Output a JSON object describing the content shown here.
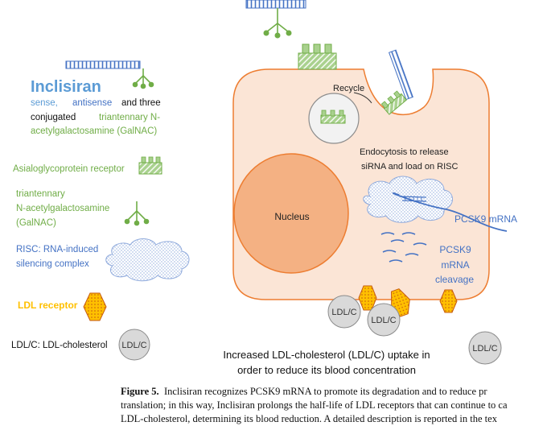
{
  "legend": {
    "title": "Inclisiran",
    "desc_sense": "sense,",
    "desc_antisense": "antisense",
    "desc_and_three": "and three",
    "desc_conjugated": "conjugated",
    "desc_triantennary": "triantennary N-",
    "desc_acetyl": "acetylgalactosamine (GalNAC)",
    "asgpr": "Asialoglycoprotein receptor",
    "galnac_l1": "triantennary",
    "galnac_l2": "N-acetylgalactosamine",
    "galnac_l3": "(GalNAC)",
    "risc_l1": "RISC:  RNA-induced",
    "risc_l2": "silencing complex",
    "ldlr": "LDL receptor",
    "ldlc": "LDL/C: LDL-cholesterol",
    "ldlc_badge": "LDL/C"
  },
  "cell": {
    "recycle": "Recycle",
    "endocytosis_l1": "Endocytosis to release",
    "endocytosis_l2": "siRNA and load on RISC",
    "nucleus": "Nucleus",
    "pcsk9_mrna": "PCSK9 mRNA",
    "cleavage_l1": "PCSK9",
    "cleavage_l2": "mRNA",
    "cleavage_l3": "cleavage",
    "ldl_badge": "LDL/C"
  },
  "uptake_l1": "Increased LDL-cholesterol (LDL/C) uptake in",
  "uptake_l2": "order to reduce its blood concentration",
  "caption": {
    "label": "Figure 5.",
    "line1": "Inclisiran recognizes PCSK9 mRNA to promote its degradation and to reduce pr",
    "line2": "translation; in this way, Inclisiran prolongs the half-life of LDL receptors that can continue to ca",
    "line3": "LDL-cholesterol, determining its blood reduction. A detailed description is reported in the tex"
  },
  "colors": {
    "blue": "#4472c4",
    "light_blue": "#5b9bd5",
    "green": "#70ad47",
    "green_fill": "#a9d18e",
    "gold": "#ffc000",
    "cell_fill": "#fbe5d6",
    "cell_stroke": "#ed7d31",
    "nucleus_fill": "#f4b183",
    "ldl_fill": "#d9d9d9"
  }
}
